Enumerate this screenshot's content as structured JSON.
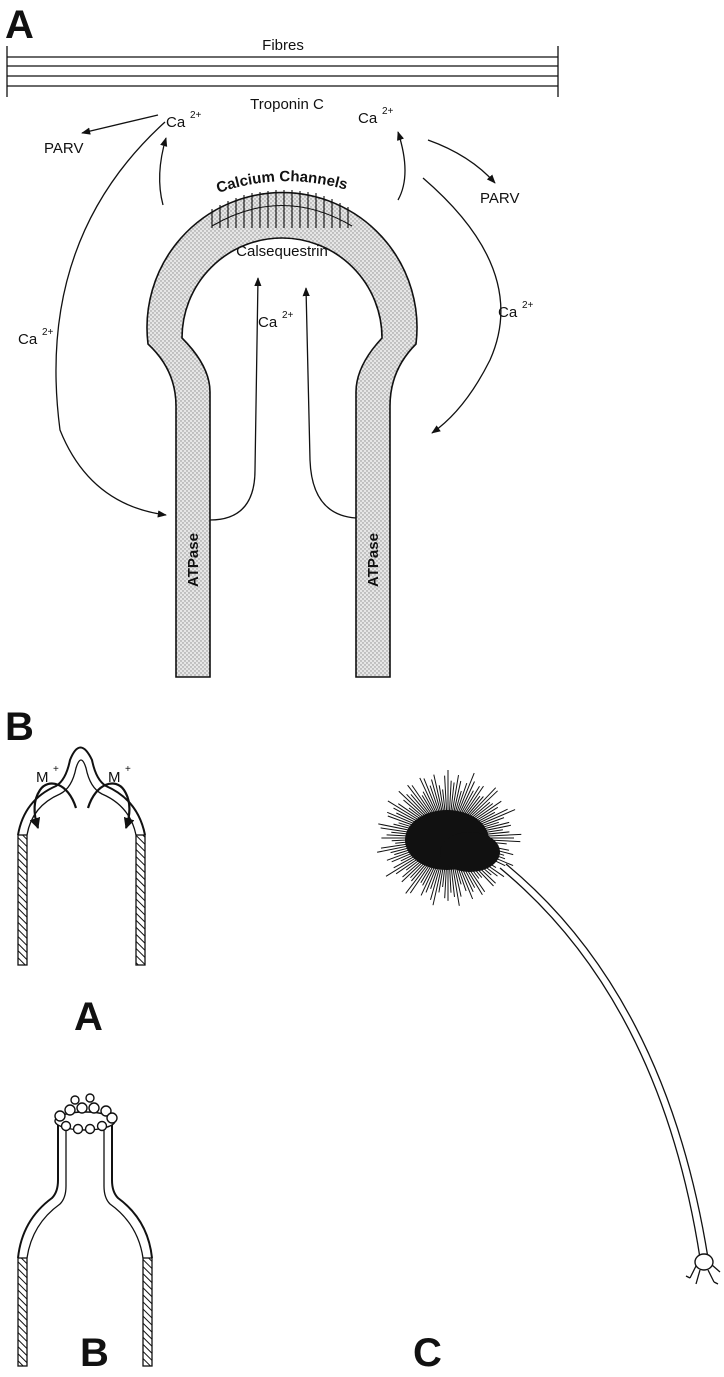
{
  "panel_a": {
    "letter": "A",
    "fibres": "Fibres",
    "troponin": "Troponin C",
    "calcium_channels": "Calcium Channels",
    "calsequestrin": "Calsequestrin",
    "atpase": "ATPase",
    "parv": "PARV",
    "ca": "Ca",
    "ca_charge": "2+"
  },
  "panel_b": {
    "letter": "B",
    "cation": "M",
    "cation_charge": "+",
    "sub_a": "A",
    "sub_b": "B",
    "sub_c": "C"
  },
  "colors": {
    "ink": "#111111",
    "stipple": "#bdbdbd",
    "background": "#ffffff"
  }
}
